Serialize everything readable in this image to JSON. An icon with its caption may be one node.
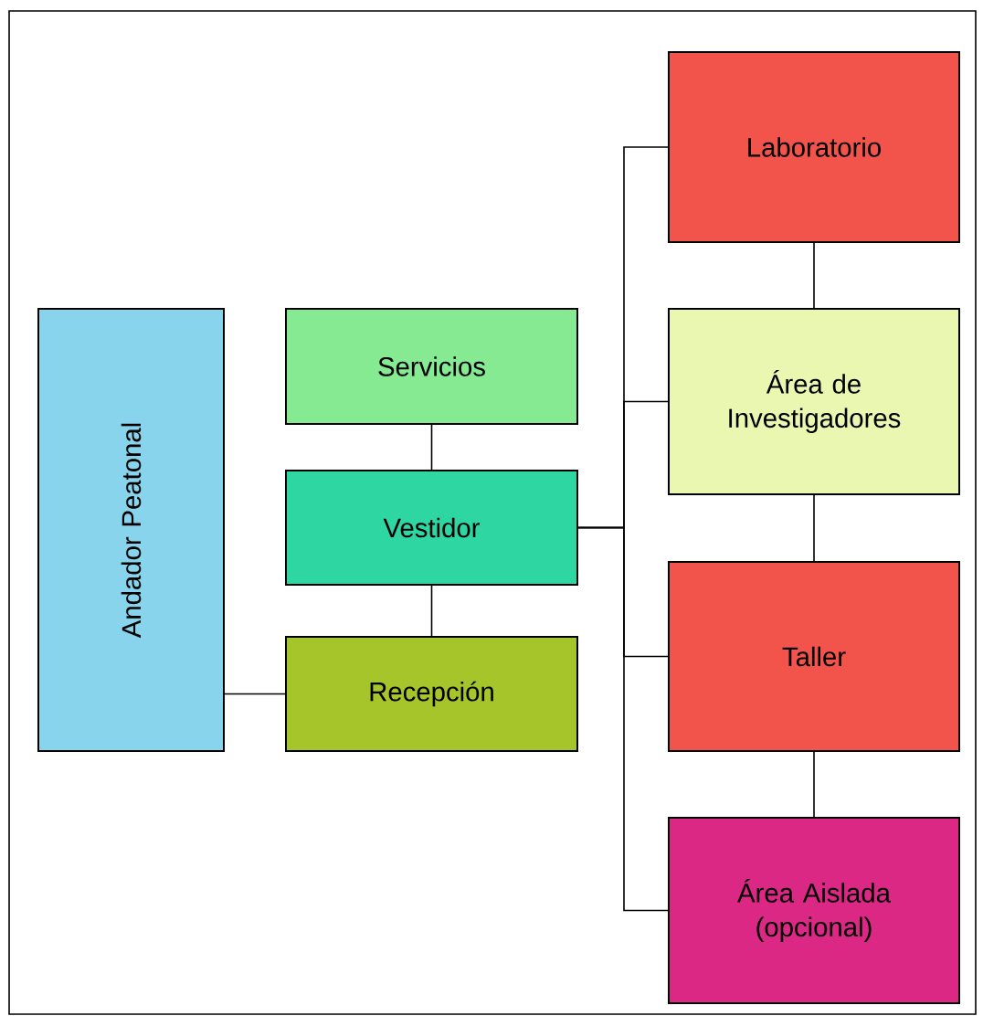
{
  "diagram": {
    "nodes": [
      {
        "text": [
          "Andador Peatonal"
        ]
      },
      {
        "text": [
          "Servicios"
        ]
      },
      {
        "text": [
          "Vestidor"
        ]
      },
      {
        "text": [
          "Recepción"
        ]
      },
      {
        "text": [
          "Laboratorio"
        ]
      },
      {
        "text": [
          "Área de Investigadores"
        ]
      },
      {
        "text": [
          "Taller"
        ]
      },
      {
        "text": [
          "Área Aislada (opcional)"
        ]
      }
    ],
    "edges": [
      {
        "from": 0,
        "to": 3,
        "arrow": "none"
      },
      {
        "from": 1,
        "to": 2,
        "arrow": "none"
      },
      {
        "from": 2,
        "to": 3,
        "arrow": "none"
      },
      {
        "from": 4,
        "to": 5,
        "arrow": "none"
      },
      {
        "from": 5,
        "to": 6,
        "arrow": "none"
      },
      {
        "from": 6,
        "to": 7,
        "arrow": "none"
      },
      {
        "from": 2,
        "to": 4,
        "arrow": "none"
      },
      {
        "from": 2,
        "to": 5,
        "arrow": "none"
      },
      {
        "from": 2,
        "to": 6,
        "arrow": "none"
      },
      {
        "from": 2,
        "to": 7,
        "arrow": "none"
      }
    ]
  }
}
